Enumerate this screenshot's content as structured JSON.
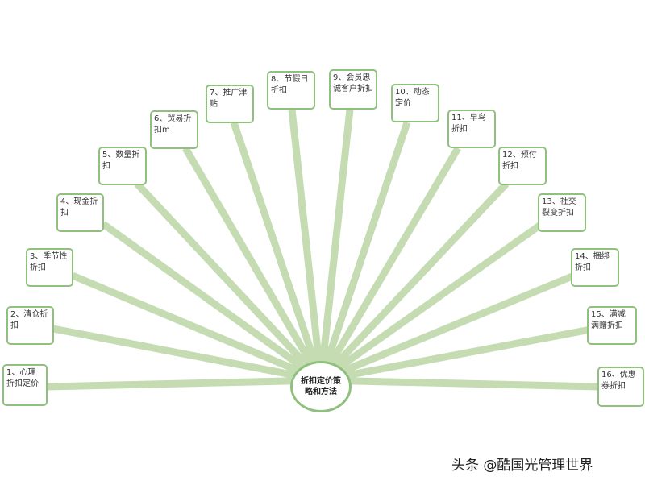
{
  "diagram": {
    "center": {
      "text": "折扣定价策略和方法"
    },
    "nodes": [
      {
        "text": "1、心理折扣定价"
      },
      {
        "text": "2、清仓折扣"
      },
      {
        "text": "3、季节性折扣"
      },
      {
        "text": "4、现金折扣"
      },
      {
        "text": "5、数量折扣"
      },
      {
        "text": "6、贸易折扣m"
      },
      {
        "text": "7、推广津贴"
      },
      {
        "text": "8、节假日折扣"
      },
      {
        "text": "9、会员忠诚客户折扣"
      },
      {
        "text": "10、动态定价"
      },
      {
        "text": "11、早鸟折扣"
      },
      {
        "text": "12、预付折扣"
      },
      {
        "text": "13、社交裂变折扣"
      },
      {
        "text": "14、捆绑折扣"
      },
      {
        "text": "15、满减满赠折扣"
      },
      {
        "text": "16、优惠券折扣"
      }
    ],
    "line_color": "#c5dcb3",
    "border_color": "#8fc07e"
  },
  "watermark": {
    "text": "头条 @酷国光管理世界"
  }
}
